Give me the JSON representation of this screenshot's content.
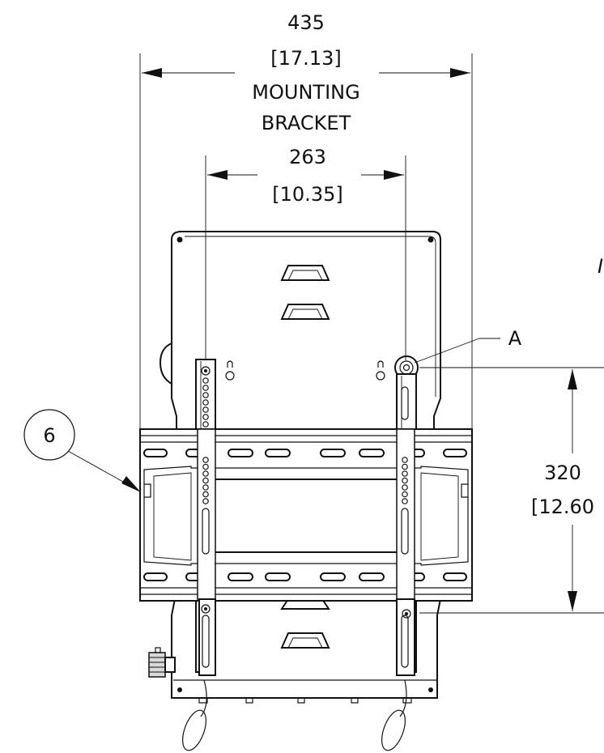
{
  "dimensions": {
    "overall_width": {
      "value": "435",
      "inch": "[17.13]",
      "label_line1": "MOUNTING",
      "label_line2": "BRACKET"
    },
    "hole_spacing": {
      "value": "263",
      "inch": "[10.35]"
    },
    "vertical_offset": {
      "value": "320",
      "inch": "[12.60"
    }
  },
  "callouts": {
    "item_balloon": "6",
    "detail_label": "A",
    "edge_fragment": "I"
  }
}
